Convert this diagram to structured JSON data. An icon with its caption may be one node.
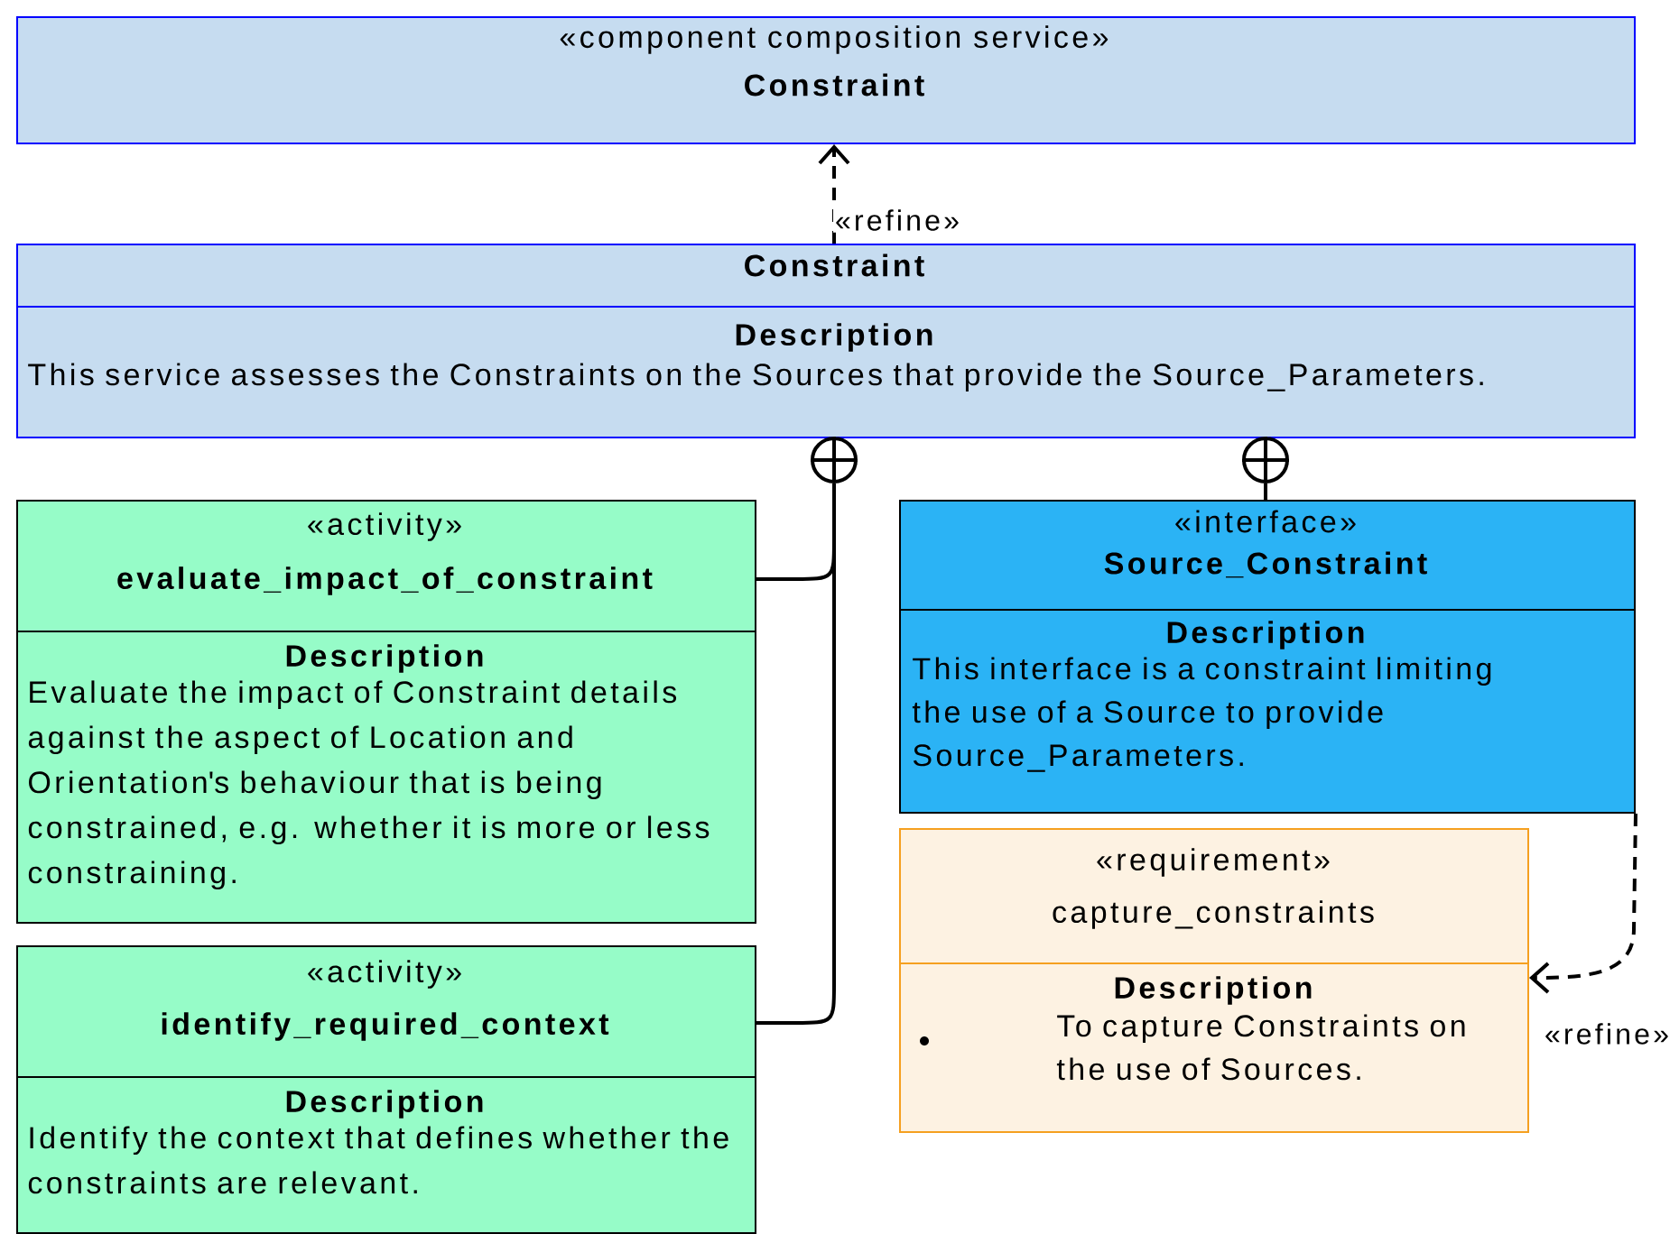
{
  "diagram": {
    "nodes": [
      {
        "text": [
          "«component composition service»",
          "Constraint"
        ]
      },
      {
        "text": [
          "Constraint",
          "Description",
          "This service assesses the Constraints on the Sources that provide the Source_Parameters."
        ]
      },
      {
        "text": [
          "«activity»",
          "evaluate_impact_of_constraint",
          "Description",
          "Evaluate the impact of Constraint details against the aspect of Location and Orientation's behaviour that is being constrained, e.g. whether it is more or less constraining."
        ]
      },
      {
        "text": [
          "«activity»",
          "identify_required_context",
          "Description",
          "Identify the context that defines whether the constraints are relevant."
        ]
      },
      {
        "text": [
          "«interface»",
          "Source_Constraint",
          "Description",
          "This interface is a constraint limiting the use of a Source to provide Source_Parameters."
        ]
      },
      {
        "text": [
          "«requirement»",
          "capture_constraints",
          "Description",
          "To capture Constraints on the use of Sources."
        ]
      }
    ],
    "edges": [
      {
        "from": 1,
        "to": 0,
        "arrow": "to",
        "style": "dashed",
        "label": "«refine»"
      },
      {
        "from": 2,
        "to": 1,
        "arrow": "other"
      },
      {
        "from": 3,
        "to": 1,
        "arrow": "other"
      },
      {
        "from": 4,
        "to": 1,
        "arrow": "other"
      },
      {
        "from": 4,
        "to": 5,
        "arrow": "to",
        "style": "dashed",
        "label": "«refine»"
      }
    ]
  }
}
